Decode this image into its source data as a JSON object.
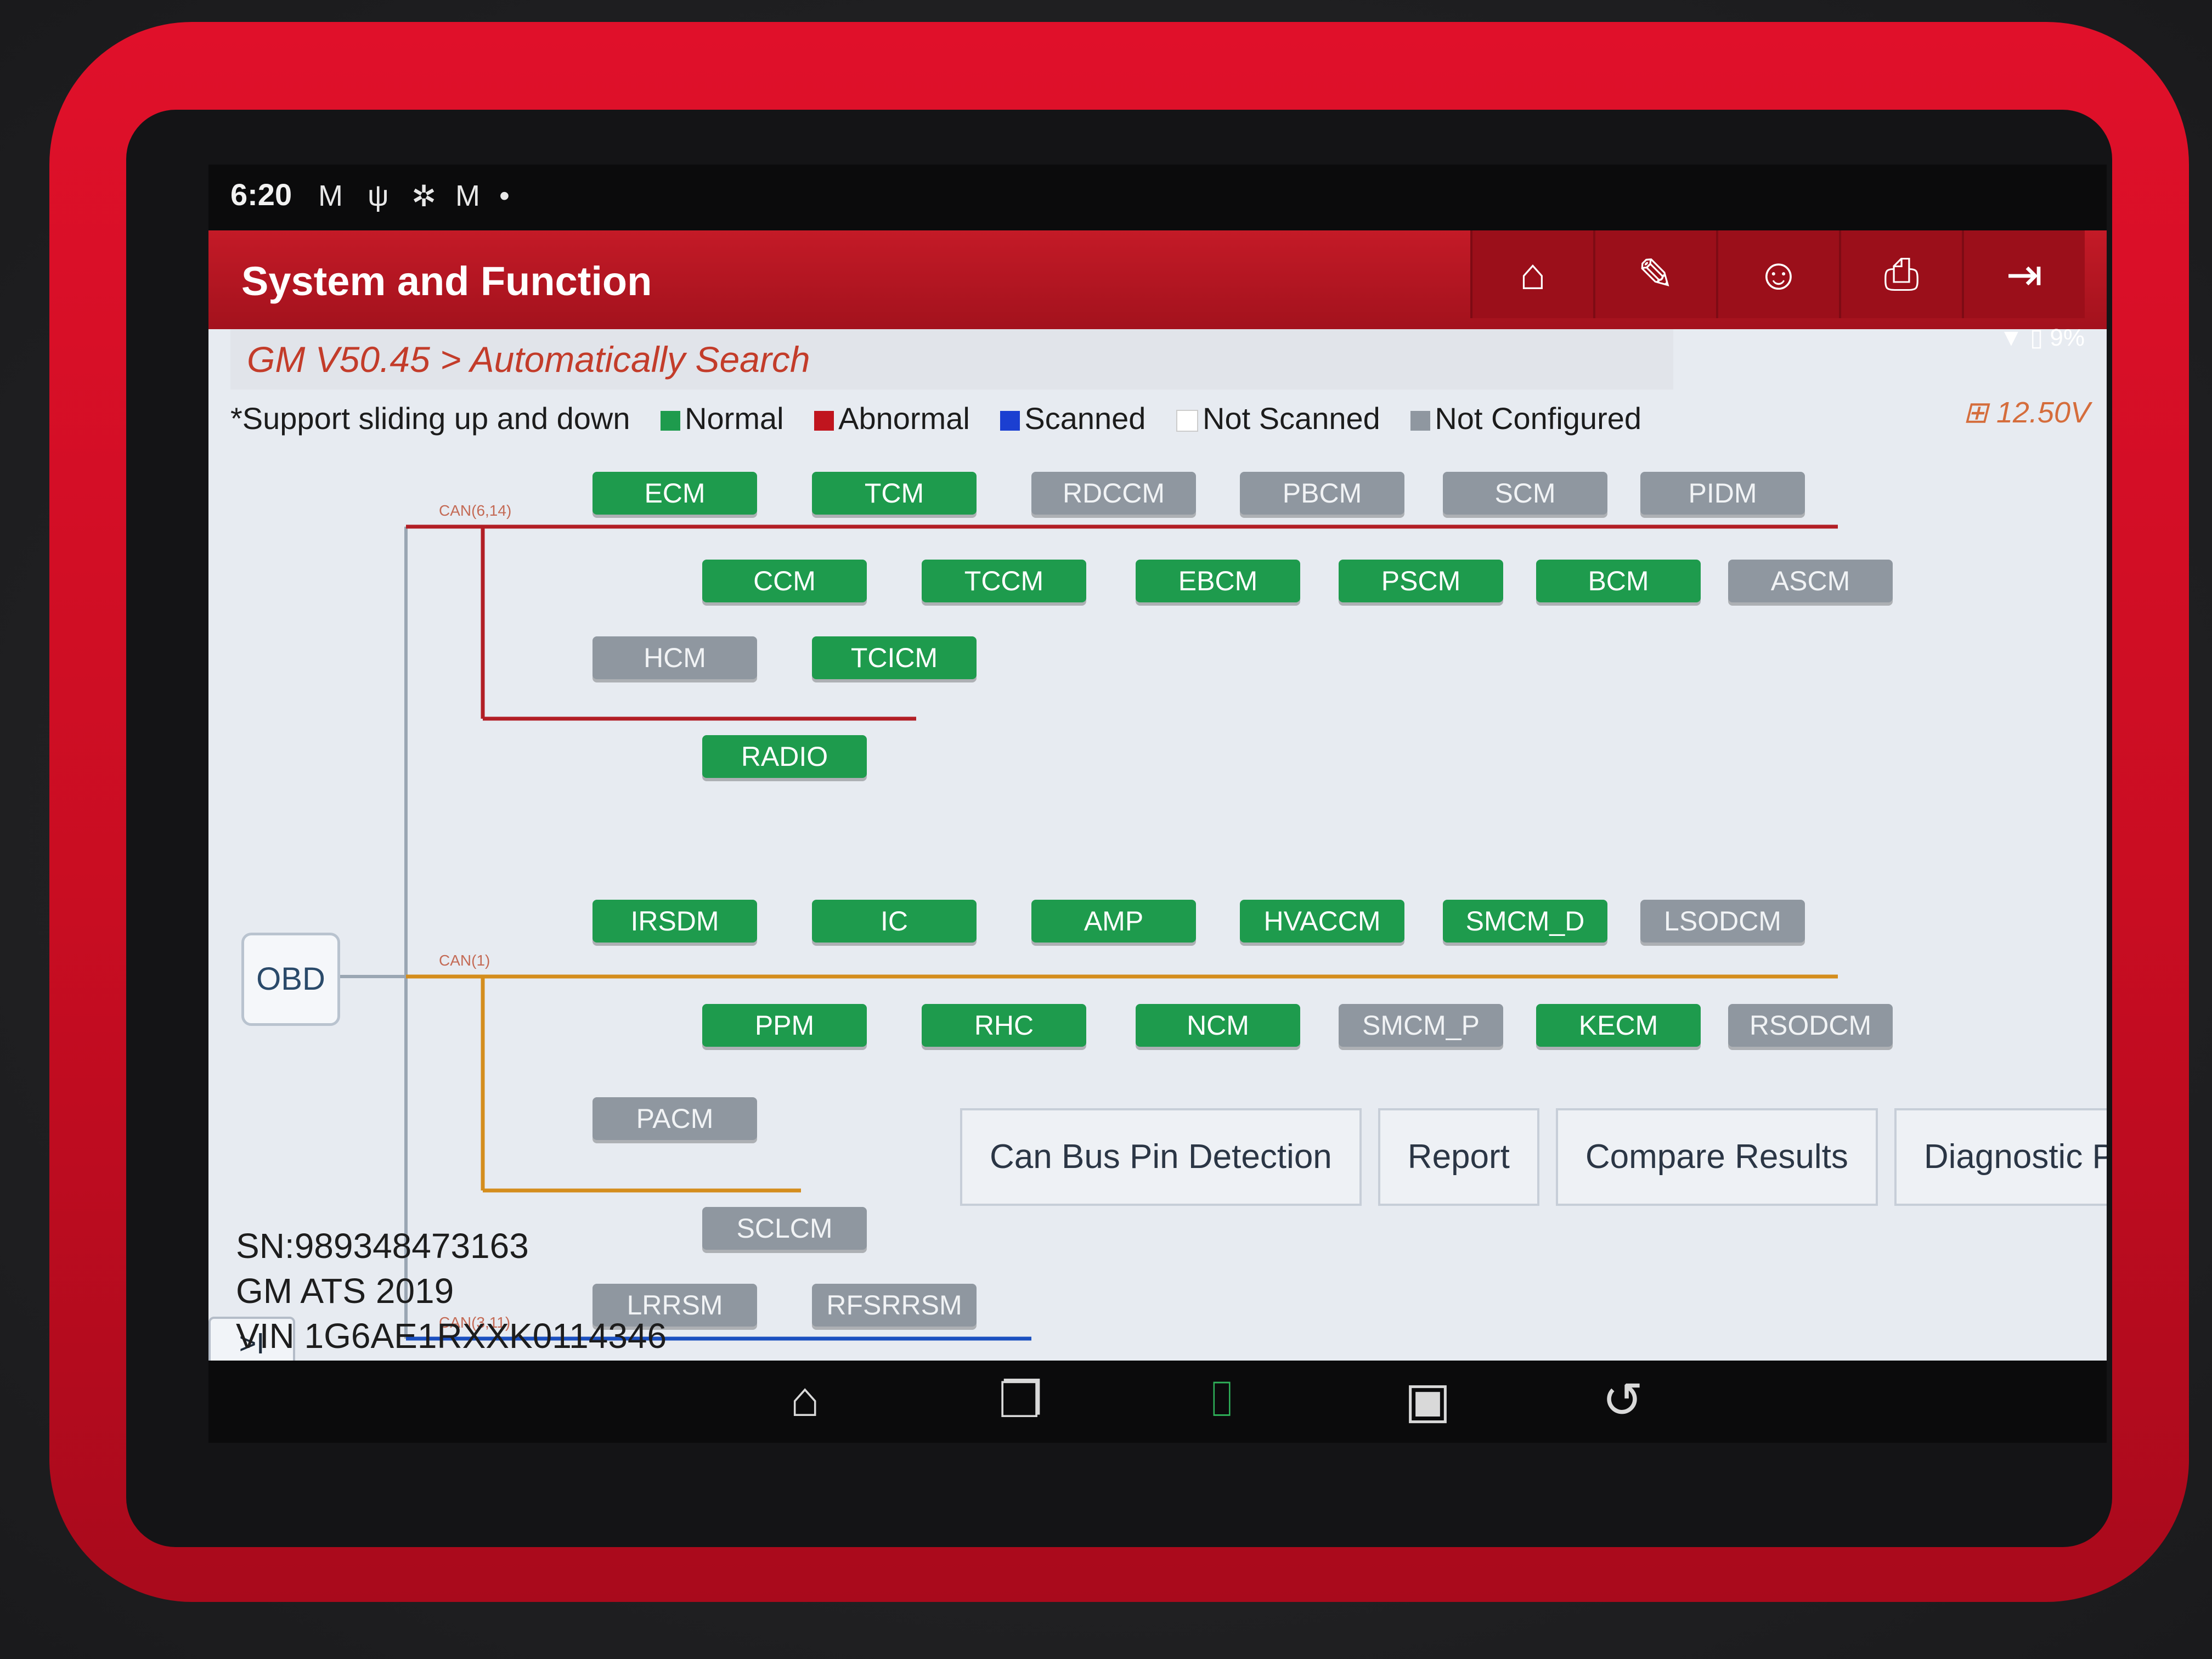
{
  "statusbar": {
    "time": "6:20",
    "icons": [
      "gmail-icon",
      "usb-icon",
      "bluetooth-icon",
      "gmail-icon",
      "dot-icon"
    ],
    "battery_percent": "9%"
  },
  "header": {
    "title": "System and Function",
    "toolbar": [
      "home-icon",
      "edit-report-icon",
      "support-icon",
      "print-icon",
      "exit-icon"
    ]
  },
  "breadcrumb": "GM V50.45 > Automatically Search",
  "battery_voltage": "12.50V",
  "legend": {
    "hint": "*Support sliding up and down",
    "items": [
      {
        "label": "Normal",
        "color": "#1e9b4d"
      },
      {
        "label": "Abnormal",
        "color": "#c0151e"
      },
      {
        "label": "Scanned",
        "color": "#1b3fd1"
      },
      {
        "label": "Not Scanned",
        "color": "#ffffff"
      },
      {
        "label": "Not Configured",
        "color": "#8f97a0"
      }
    ]
  },
  "buses": {
    "can1": "CAN(6,14)",
    "can2": "CAN(1)",
    "can3": "CAN(3,11)"
  },
  "modules": [
    {
      "label": "ECM",
      "status": "green"
    },
    {
      "label": "TCM",
      "status": "green"
    },
    {
      "label": "RDCCM",
      "status": "gray"
    },
    {
      "label": "PBCM",
      "status": "gray"
    },
    {
      "label": "SCM",
      "status": "gray"
    },
    {
      "label": "PIDM",
      "status": "gray"
    },
    {
      "label": "CCM",
      "status": "green"
    },
    {
      "label": "TCCM",
      "status": "green"
    },
    {
      "label": "EBCM",
      "status": "green"
    },
    {
      "label": "PSCM",
      "status": "green"
    },
    {
      "label": "BCM",
      "status": "green"
    },
    {
      "label": "ASCM",
      "status": "gray"
    },
    {
      "label": "HCM",
      "status": "gray"
    },
    {
      "label": "TCICM",
      "status": "green"
    },
    {
      "label": "RADIO",
      "status": "green"
    },
    {
      "label": "IRSDM",
      "status": "green"
    },
    {
      "label": "IC",
      "status": "green"
    },
    {
      "label": "AMP",
      "status": "green"
    },
    {
      "label": "HVACCM",
      "status": "green"
    },
    {
      "label": "SMCM_D",
      "status": "green"
    },
    {
      "label": "LSODCM",
      "status": "gray"
    },
    {
      "label": "PPM",
      "status": "green"
    },
    {
      "label": "RHC",
      "status": "green"
    },
    {
      "label": "NCM",
      "status": "green"
    },
    {
      "label": "SMCM_P",
      "status": "gray"
    },
    {
      "label": "KECM",
      "status": "green"
    },
    {
      "label": "RSODCM",
      "status": "gray"
    },
    {
      "label": "PACM",
      "status": "gray"
    },
    {
      "label": "SCLCM",
      "status": "gray"
    },
    {
      "label": "LRRSM",
      "status": "gray"
    },
    {
      "label": "RFSRRSM",
      "status": "gray"
    }
  ],
  "obd_label": "OBD",
  "expand_label": ">I",
  "vehicle": {
    "sn": "SN:989348473163",
    "model": "GM ATS 2019",
    "vin": "VIN 1G6AE1RXXK0114346"
  },
  "actions": {
    "can_bus": "Can Bus Pin Detection",
    "report": "Report",
    "compare": "Compare Results",
    "plan": "Diagnostic Plan"
  },
  "navbar": [
    "home-icon",
    "recent-apps-icon",
    "vci-icon",
    "screenshot-icon",
    "back-icon"
  ]
}
